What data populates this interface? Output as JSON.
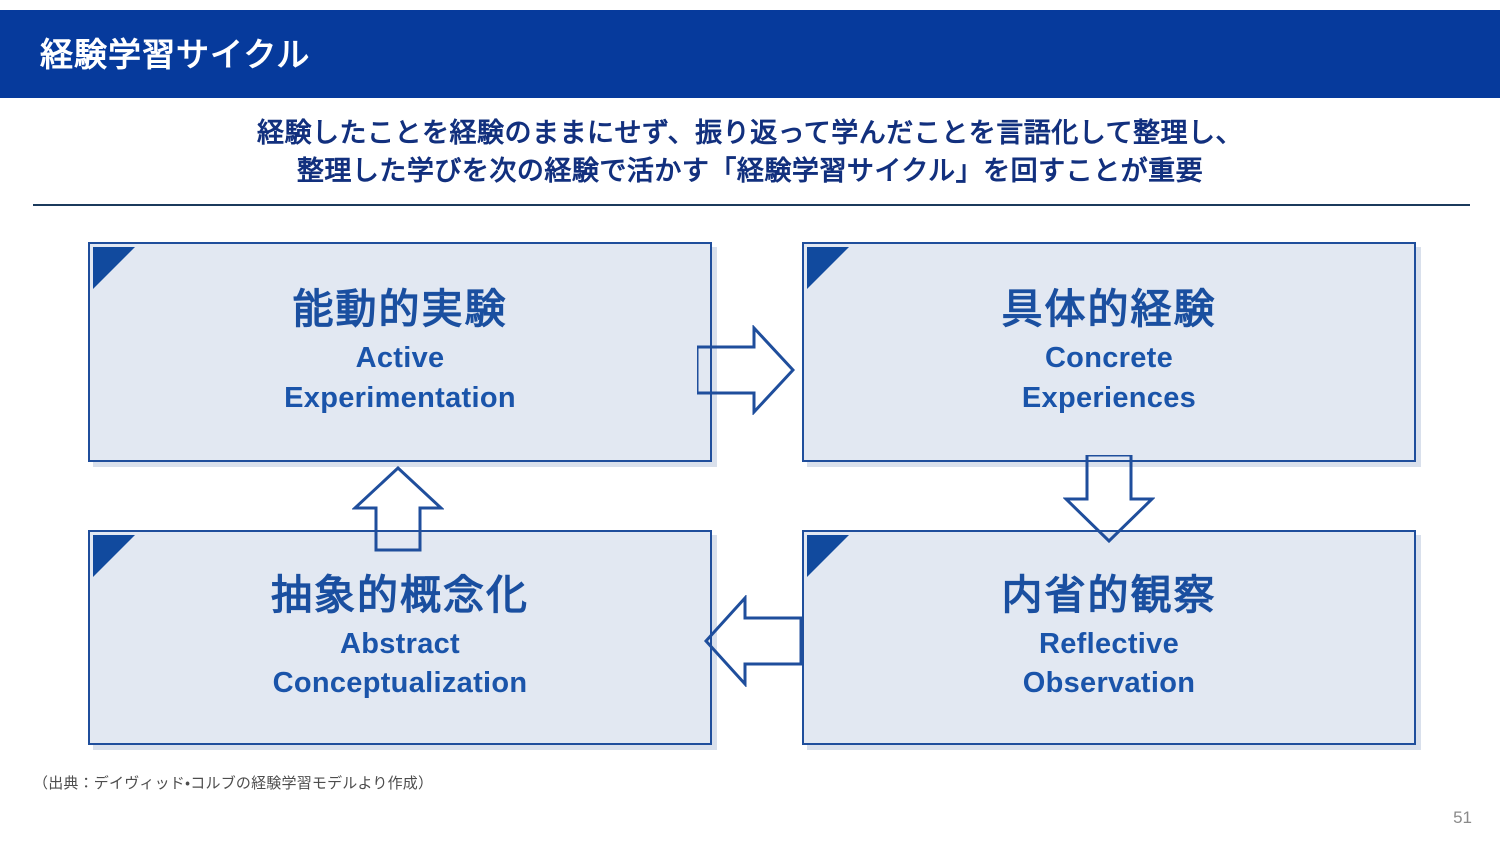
{
  "slide": {
    "title": "経験学習サイクル",
    "page_number": "51",
    "source_note": "（出典：デイヴィッド・コルブの経験学習モデルより作成）",
    "subtitle_line1": "経験したことを経験のままにせず、振り返って学んだことを言語化して整理し、",
    "subtitle_line2": "整理した学びを次の経験で活かす「経験学習サイクル」を回すことが重要"
  },
  "colors": {
    "header_band": "#063a9c",
    "title_text": "#ffffff",
    "subtitle_text": "#12307e",
    "divider": "#1b3a5c",
    "box_fill": "#e2e8f2",
    "box_border": "#1f4e9c",
    "corner_triangle": "#114a9e",
    "box_jp_text": "#1a4fa0",
    "box_en_text": "#1a54aa",
    "arrow_stroke": "#1f4e9c",
    "source_text": "#4d4d4d",
    "page_number_text": "#8a8a8a"
  },
  "boxes": [
    {
      "id": "active",
      "jp": "能動的実験",
      "en_line1": "Active",
      "en_line2": "Experimentation"
    },
    {
      "id": "concrete",
      "jp": "具体的経験",
      "en_line1": "Concrete",
      "en_line2": "Experiences"
    },
    {
      "id": "abstract",
      "jp": "抽象的概念化",
      "en_line1": "Abstract",
      "en_line2": "Conceptualization"
    },
    {
      "id": "reflective",
      "jp": "内省的観察",
      "en_line1": "Reflective",
      "en_line2": "Observation"
    }
  ],
  "arrows": [
    {
      "id": "right",
      "direction": "right",
      "from": "能動的実験",
      "to": "具体的経験"
    },
    {
      "id": "down",
      "direction": "down",
      "from": "具体的経験",
      "to": "内省的観察"
    },
    {
      "id": "left",
      "direction": "left",
      "from": "内省的観察",
      "to": "抽象的概念化"
    },
    {
      "id": "up",
      "direction": "up",
      "from": "抽象的概念化",
      "to": "能動的実験"
    }
  ]
}
